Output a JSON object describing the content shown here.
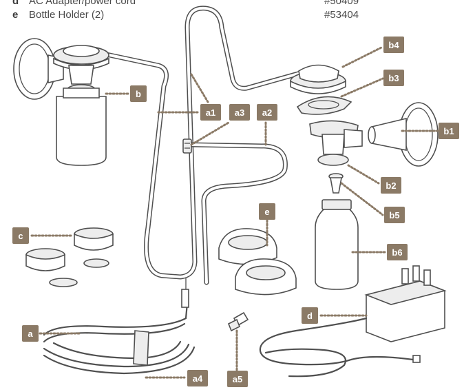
{
  "parts_list": [
    {
      "letter": "d",
      "name": "AC Adapter/power cord",
      "number": "#50409"
    },
    {
      "letter": "e",
      "name": "Bottle Holder (2)",
      "number": "#53404"
    }
  ],
  "callouts": {
    "a": "a",
    "a1": "a1",
    "a2": "a2",
    "a3": "a3",
    "a4": "a4",
    "a5": "a5",
    "b": "b",
    "b1": "b1",
    "b2": "b2",
    "b3": "b3",
    "b4": "b4",
    "b5": "b5",
    "b6": "b6",
    "c": "c",
    "d": "d",
    "e": "e"
  },
  "colors": {
    "label_bg": "#8b7a66",
    "label_text": "#ffffff",
    "line_art": "#4f4f4f"
  }
}
